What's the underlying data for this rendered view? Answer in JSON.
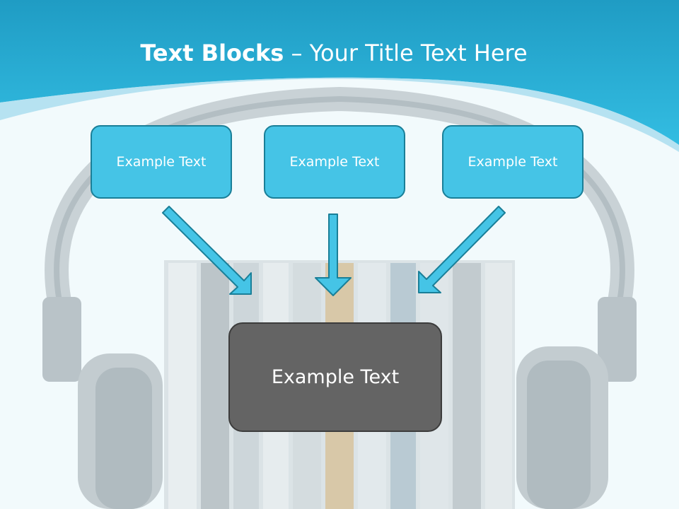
{
  "title": {
    "bold": "Text Blocks",
    "separator": " – ",
    "rest": "Your Title Text Here"
  },
  "boxes": {
    "top_left": "Example Text",
    "top_center": "Example Text",
    "top_right": "Example Text",
    "bottom": "Example Text"
  },
  "colors": {
    "header_blue": "#2bb3d8",
    "box_blue": "#45c4e6",
    "box_border": "#1a7f98",
    "center_box": "#646464",
    "arrow_fill": "#45c4e6",
    "arrow_stroke": "#1a7f98"
  }
}
